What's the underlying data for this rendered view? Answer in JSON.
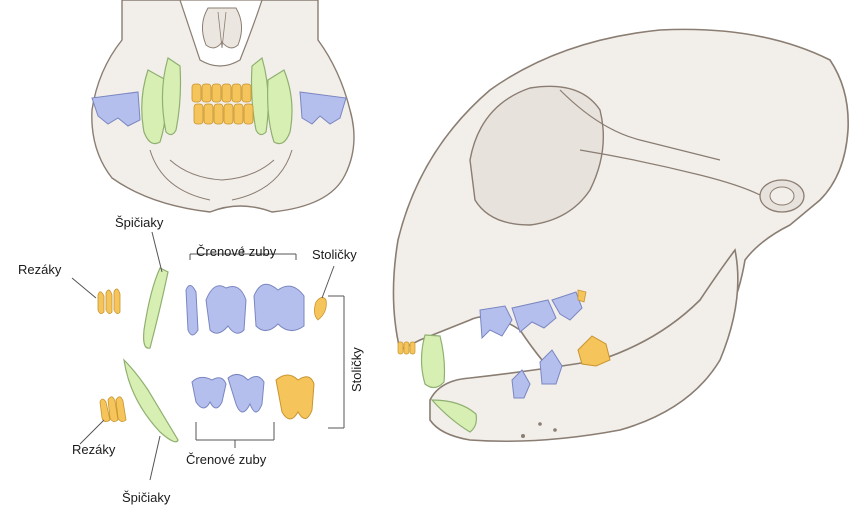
{
  "colors": {
    "bone": "#f2eeea",
    "bone_outline": "#8a7d72",
    "bone_shadow": "#ddd6cf",
    "incisor": "#f5c45a",
    "canine": "#d8efb4",
    "premolar": "#b4bfee",
    "molar": "#f5c45a",
    "leader_line": "#555555"
  },
  "labels": {
    "canines_upper": "Špičiaky",
    "incisors_upper": "Rezáky",
    "premolars_upper": "Črenové zuby",
    "molars_upper": "Stoličky",
    "molars_bracket": "Stoličky",
    "incisors_lower": "Rezáky",
    "premolars_lower": "Črenové zuby",
    "canines_lower": "Špičiaky"
  },
  "icons": {
    "skull_front": "cat-skull-front-view",
    "skull_side": "cat-skull-side-view"
  }
}
